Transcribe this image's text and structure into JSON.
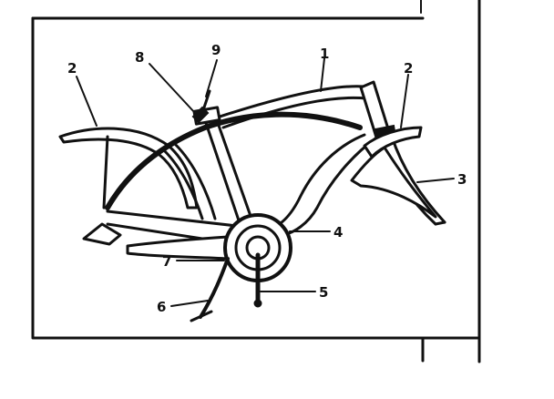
{
  "figure": {
    "callouts": {
      "c1": "1",
      "c2_rear": "2",
      "c2_front": "2",
      "c3": "3",
      "c4": "4",
      "c5": "5",
      "c6": "6",
      "c7": "7",
      "c8": "8",
      "c9": "9"
    }
  }
}
